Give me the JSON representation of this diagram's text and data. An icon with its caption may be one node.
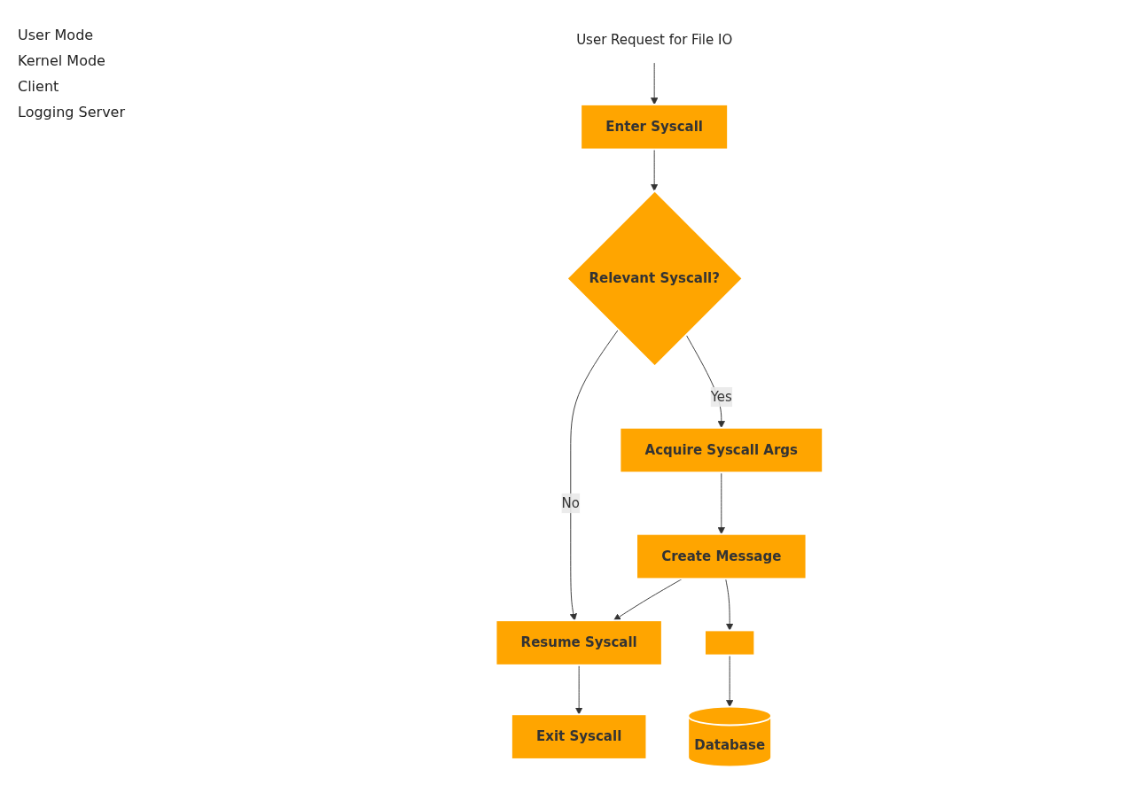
{
  "diagram": {
    "nodes": [
      {
        "text": [
          "User Request for File IO"
        ]
      },
      {
        "text": [
          "Enter Syscall"
        ]
      },
      {
        "text": [
          "Relevant Syscall?"
        ]
      },
      {
        "text": [
          "Acquire Syscall Args"
        ]
      },
      {
        "text": [
          "Create Message"
        ]
      },
      {
        "text": [
          "Resume Syscall"
        ]
      },
      {
        "text": [
          "Exit Syscall"
        ]
      },
      {
        "text": [],
        "shape": "box"
      },
      {
        "text": [
          "Database"
        ]
      }
    ],
    "edges": [
      {
        "from": 0,
        "to": 1,
        "arrow": "to"
      },
      {
        "from": 1,
        "to": 2,
        "arrow": "to"
      },
      {
        "from": 2,
        "to": 3,
        "label": "Yes",
        "arrow": "to"
      },
      {
        "from": 2,
        "to": 5,
        "label": "No",
        "arrow": "to"
      },
      {
        "from": 3,
        "to": 4,
        "arrow": "to"
      },
      {
        "from": 4,
        "to": 5,
        "arrow": "to"
      },
      {
        "from": 5,
        "to": 6,
        "arrow": "to"
      },
      {
        "from": 4,
        "to": 7,
        "arrow": "to"
      },
      {
        "from": 7,
        "to": 8,
        "arrow": "to"
      }
    ],
    "labels": [
      "User Mode",
      "Kernel Mode",
      "Client",
      "Logging Server"
    ]
  }
}
